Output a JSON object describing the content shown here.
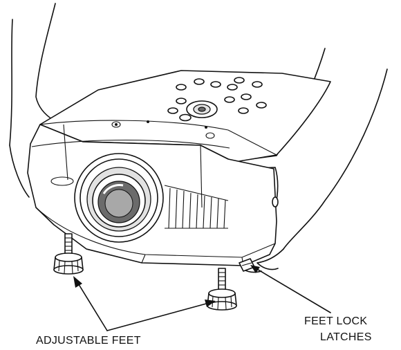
{
  "labels": {
    "adjustable_feet": "ADJUSTABLE FEET",
    "feet_lock_line1": "FEET LOCK",
    "feet_lock_line2": "LATCHES"
  },
  "colors": {
    "line": "#111111",
    "background": "#ffffff",
    "lens_gray": "#6b6b6b"
  }
}
